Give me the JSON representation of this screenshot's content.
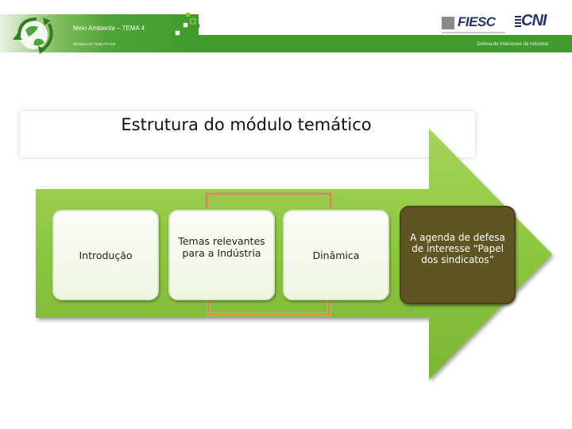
{
  "header": {
    "title": "Meio Ambiente – TEMA 4",
    "subtitle": "MÓDULOS TEMÁTICOS",
    "tagline": "Defesa de Interesses da Indústria",
    "logos": {
      "left": "FIESC",
      "right": "CNI"
    },
    "icons": [
      "recycle-globe-icon",
      "pixel-decoration-icon",
      "fiesc-emblem-icon"
    ]
  },
  "slide": {
    "title": "Estrutura do módulo temático"
  },
  "steps": [
    {
      "label": "Introdução"
    },
    {
      "label": "Temas relevantes para a Indústria"
    },
    {
      "label": "Dinâmica"
    },
    {
      "label": "A agenda de defesa de interesse “Papel dos sindicatos”"
    }
  ],
  "colors": {
    "header_green": "#3f9b2c",
    "arrow_green": "#8cc63f",
    "connector_orange": "#e08a2c",
    "highlight_box": "#5e5523",
    "logo_navy": "#22356b"
  }
}
